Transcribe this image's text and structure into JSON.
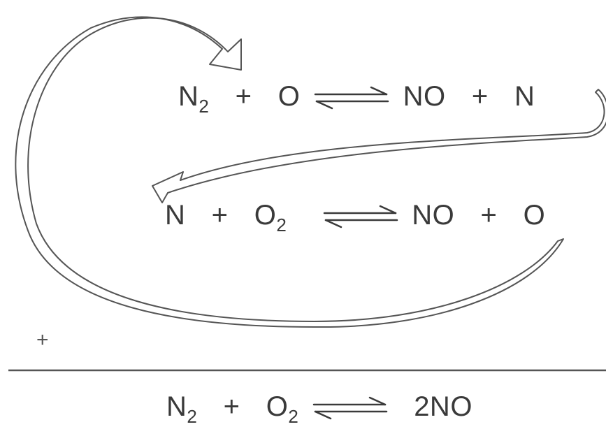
{
  "reactions": [
    {
      "reactant_1": "N",
      "reactant_1_sub": "2",
      "reactant_2": "O",
      "reactant_2_sub": "",
      "product_1": "NO",
      "product_2": "N"
    },
    {
      "reactant_1": "N",
      "reactant_1_sub": "",
      "reactant_2": "O",
      "reactant_2_sub": "2",
      "product_1": "NO",
      "product_2": "O"
    }
  ],
  "plus_symbol": "+",
  "sum_label": "+",
  "net_reaction": {
    "reactant_1": "N",
    "reactant_1_sub": "2",
    "reactant_2": "O",
    "reactant_2_sub": "2",
    "product": "2NO"
  },
  "colors": {
    "ink": "#3a3a3a",
    "arrow_outline": "#555555",
    "arrow_fill": "#ffffff"
  },
  "icons": {
    "cycle_arrows": "curved-hollow-arrow-icon",
    "equilibrium": "equilibrium-arrows-icon"
  }
}
